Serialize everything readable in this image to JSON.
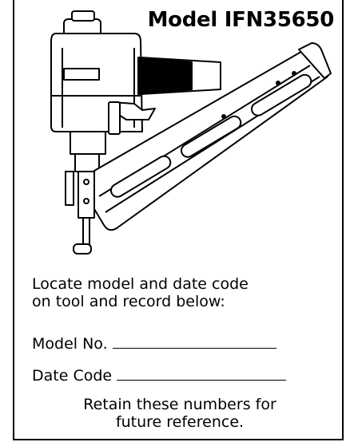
{
  "model_title": "Model IFN35650",
  "illustration": {
    "name": "nailer-tool-drawing"
  },
  "instructions": "Locate model and date code on tool and record below:",
  "fields": {
    "model_label": "Model No.",
    "date_label": "Date Code"
  },
  "note_line1": "Retain these numbers for",
  "note_line2": "future reference."
}
